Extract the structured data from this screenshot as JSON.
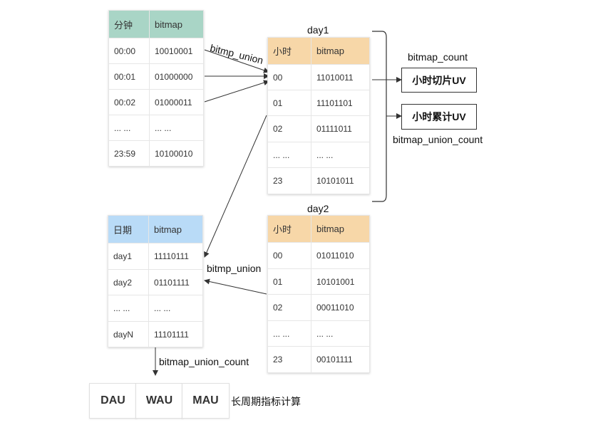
{
  "minute_table": {
    "headers": [
      "分钟",
      "bitmap"
    ],
    "rows": [
      [
        "00:00",
        "10010001"
      ],
      [
        "00:01",
        "01000000"
      ],
      [
        "00:02",
        "01000011"
      ],
      [
        "... ...",
        "... ..."
      ],
      [
        "23:59",
        "10100010"
      ]
    ]
  },
  "day1": {
    "title": "day1",
    "headers": [
      "小时",
      "bitmap"
    ],
    "rows": [
      [
        "00",
        "11010011"
      ],
      [
        "01",
        "11101101"
      ],
      [
        "02",
        "01111011"
      ],
      [
        "... ...",
        "... ..."
      ],
      [
        "23",
        "10101011"
      ]
    ]
  },
  "day2": {
    "title": "day2",
    "headers": [
      "小时",
      "bitmap"
    ],
    "rows": [
      [
        "00",
        "01011010"
      ],
      [
        "01",
        "10101001"
      ],
      [
        "02",
        "00011010"
      ],
      [
        "... ...",
        "... ..."
      ],
      [
        "23",
        "00101111"
      ]
    ]
  },
  "date_table": {
    "headers": [
      "日期",
      "bitmap"
    ],
    "rows": [
      [
        "day1",
        "11110111"
      ],
      [
        "day2",
        "01101111"
      ],
      [
        "... ...",
        "... ..."
      ],
      [
        "dayN",
        "11101111"
      ]
    ]
  },
  "labels": {
    "union_minute": "bitmp_union",
    "union_date": "bitmp_union",
    "bitmap_count": "bitmap_count",
    "bitmap_union_count_right": "bitmap_union_count",
    "bitmap_union_count_bottom": "bitmap_union_count",
    "long_period": "长周期指标计算"
  },
  "boxes": {
    "hour_slice_uv": "小时切片UV",
    "hour_cumulative_uv": "小时累计UV"
  },
  "metrics": [
    "DAU",
    "WAU",
    "MAU"
  ]
}
